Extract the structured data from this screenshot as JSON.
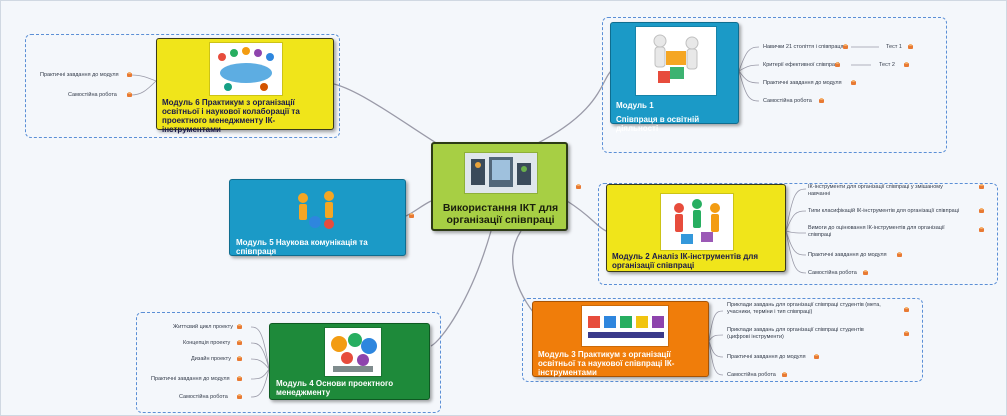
{
  "colors": {
    "line": "#9a9aa8",
    "dash": "#5b8fd6",
    "yellow": "#f0e51a",
    "blue": "#1b9ac7",
    "orange": "#f07d0a",
    "green": "#1e8a3a",
    "central": "#a7cf44"
  },
  "central": {
    "title": "Використання ІКТ для організації співпраці",
    "icon": "digital-devices-image"
  },
  "module1": {
    "line1": "Модуль 1",
    "line2": "Співпраця в освітній діяльності",
    "icon": "puzzle-people-image",
    "items": [
      "Навички 21 століття і співпраця",
      "Критерії ефективної співпраці",
      "Практичні завдання до модуля",
      "Самостійна робота"
    ],
    "tests": [
      "Тест 1",
      "Тест 2"
    ]
  },
  "module2": {
    "title": "Модуль 2  Аналіз ІК-інструментів для організації співпраці",
    "icon": "team-puzzle-image",
    "items": [
      "ІК-інструменти для організації співпраці у змішаному навчанні",
      "Типи класифікацій ІК-інструментів для організації співпраці",
      "Вимоги до оцінювання ІК-інструментів для організації співпраці",
      "Практичні завдання до модуля",
      "Самостійна робота"
    ]
  },
  "module3": {
    "title": "Модуль 3 Практикум з організації освітньої та наукової співпраці ІК-інструментами",
    "icon": "teamwork-blocks-image",
    "items": [
      "Приклади завдань для організації співпраці студентів (мета, учасники, терміни і тип співпраці)",
      "Приклади завдань для організації співпраці студентів (цифрові інструменти)",
      "Практичні завдання до модуля",
      "Самостійна робота"
    ]
  },
  "module4": {
    "title": "Модуль 4 Основи проектного менеджменту",
    "icon": "gears-people-image",
    "items": [
      "Життєвий цикл проекту",
      "Концепція проекту",
      "Дизайн проекту",
      "Практичні завдання до модуля",
      "Самостійна робота"
    ]
  },
  "module5": {
    "title": "Модуль 5 Наукова комунікація та співпраця",
    "icon": "people-gears-image"
  },
  "module6": {
    "title": "Модуль 6 Практикум з організації освітньої і наукової колаборації та проектного менеджменту ІК-інструментами",
    "icon": "meeting-table-image",
    "items": [
      "Практичні завдання до модуля",
      "Самостійна робота"
    ]
  }
}
